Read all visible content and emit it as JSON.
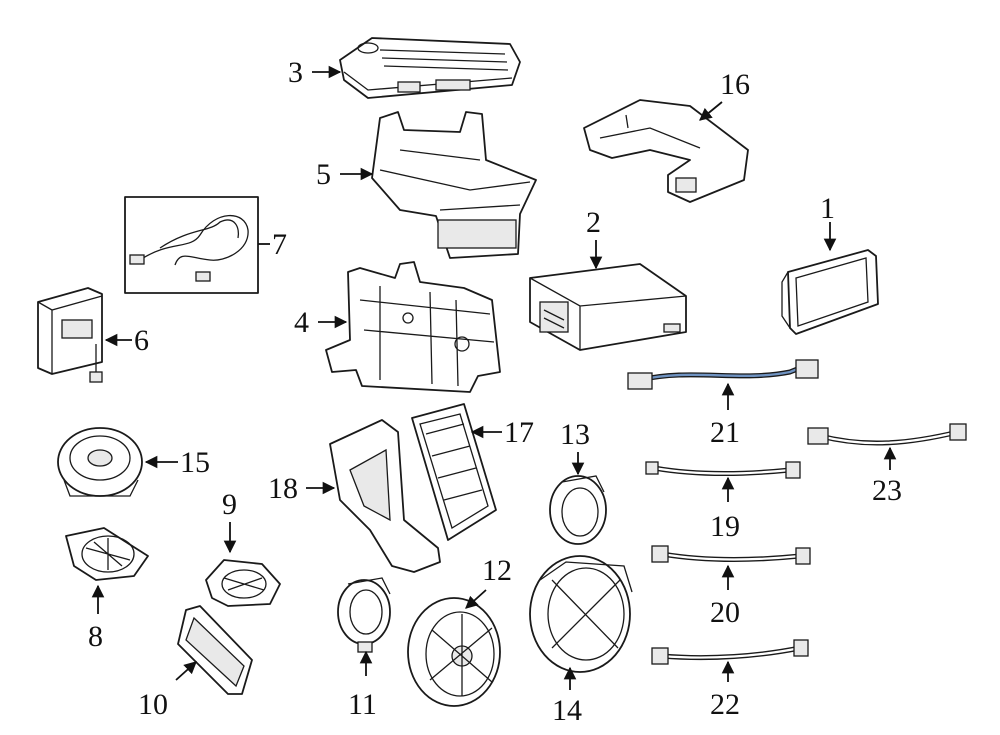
{
  "callouts": [
    {
      "id": "1",
      "text": "1"
    },
    {
      "id": "2",
      "text": "2"
    },
    {
      "id": "3",
      "text": "3"
    },
    {
      "id": "4",
      "text": "4"
    },
    {
      "id": "5",
      "text": "5"
    },
    {
      "id": "6",
      "text": "6"
    },
    {
      "id": "7",
      "text": "7"
    },
    {
      "id": "8",
      "text": "8"
    },
    {
      "id": "9",
      "text": "9"
    },
    {
      "id": "10",
      "text": "10"
    },
    {
      "id": "11",
      "text": "11"
    },
    {
      "id": "12",
      "text": "12"
    },
    {
      "id": "13",
      "text": "13"
    },
    {
      "id": "14",
      "text": "14"
    },
    {
      "id": "15",
      "text": "15"
    },
    {
      "id": "16",
      "text": "16"
    },
    {
      "id": "17",
      "text": "17"
    },
    {
      "id": "18",
      "text": "18"
    },
    {
      "id": "19",
      "text": "19"
    },
    {
      "id": "20",
      "text": "20"
    },
    {
      "id": "21",
      "text": "21"
    },
    {
      "id": "22",
      "text": "22"
    },
    {
      "id": "23",
      "text": "23"
    }
  ],
  "colors": {
    "line": "#1a1a1a",
    "background": "#ffffff",
    "highlight_cable": "#6f93c2"
  }
}
